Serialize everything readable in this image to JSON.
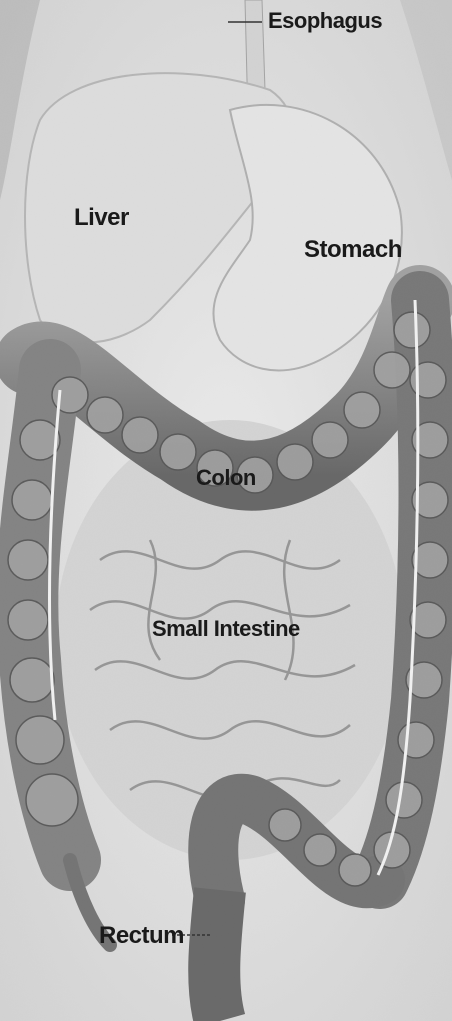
{
  "diagram": {
    "labels": {
      "esophagus": "Esophagus",
      "liver": "Liver",
      "stomach": "Stomach",
      "colon": "Colon",
      "small_intestine": "Small Intestine",
      "rectum": "Rectum"
    }
  }
}
